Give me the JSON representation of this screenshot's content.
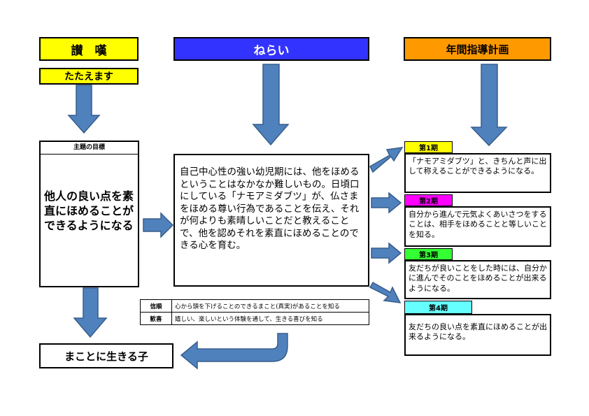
{
  "colors": {
    "yellow": "#ffff00",
    "blue": "#3333ff",
    "orange": "#ff9900",
    "arrow": "#4f81bd",
    "arrow_stroke": "#385d8a",
    "phase1": "#ffff00",
    "phase2": "#ff00ff",
    "phase3": "#33ff33",
    "phase4": "#66ffff"
  },
  "header": {
    "praise": "讃　嘆",
    "praise_sub": "たたえます",
    "aim": "ねらい",
    "annual_plan": "年間指導計画"
  },
  "theme": {
    "title": "主題の目標",
    "body": "他人の良い点を素直にほめることができるようになる"
  },
  "aim_text": "自己中心性の強い幼児期には、他をほめるということはなかなか難しいもの。日頃口にしている「ナモアミダブツ」が、仏さまをほめる尊い行為であることを伝え、それが何よりも素晴しいことだと教えることで、他を認めそれを素直にほめることのできる心を育む。",
  "values_table": [
    {
      "label": "信順",
      "text": "心から頭を下げることのできるまこと(真実)があることを知る"
    },
    {
      "label": "歓喜",
      "text": "嬉しい、楽しいという体験を通して、生きる喜びを知る"
    }
  ],
  "result": "まことに生きる子",
  "phases": [
    {
      "label": "第1期",
      "text": "「ナモアミダブツ」と、きちんと声に出して称えることができるようになる。"
    },
    {
      "label": "第2期",
      "text": "自分から進んで元気よくあいさつをすることは、相手をほめることと等しいことを知る。"
    },
    {
      "label": "第3期",
      "text": "友だちが良いことをした時には、自分かに進んでそのことをほめることが出来るようになる。"
    },
    {
      "label": "第4期",
      "text": "友だちの良い点を素直にほめることが出来るようになる。"
    }
  ]
}
